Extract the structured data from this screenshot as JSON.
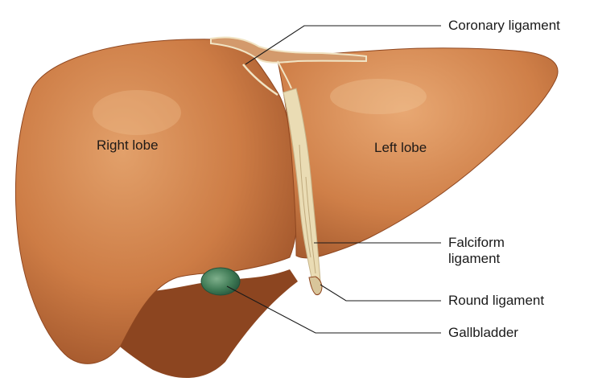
{
  "labels": {
    "right_lobe": "Right lobe",
    "left_lobe": "Left lobe",
    "coronary_ligament": "Coronary ligament",
    "falciform_ligament": "Falciform\nligament",
    "round_ligament": "Round ligament",
    "gallbladder": "Gallbladder"
  },
  "colors": {
    "liver": "#c9773f",
    "liver_highlight": "#e5a36b",
    "liver_shadow": "#8f4720",
    "ligament": "#eadcb4",
    "gallbladder": "#3f7a55",
    "leader_line": "#1a1a1a"
  }
}
